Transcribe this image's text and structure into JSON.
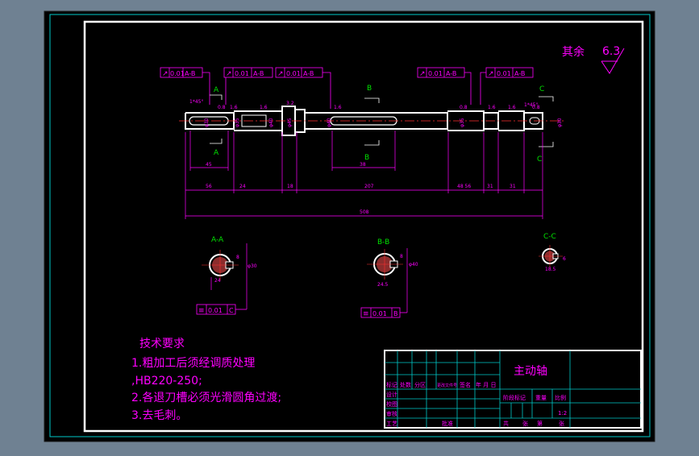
{
  "colors": {
    "background": "#6f8192",
    "paper": "#000000",
    "border": "#ffffff",
    "dimension": "#ff00ff",
    "frame": "#00c8c8",
    "centerline": "#ff3030",
    "datum": "#ffffff"
  },
  "roughness": {
    "label": "其余",
    "value": "6.3"
  },
  "tolerance_frames": [
    {
      "symbol": "↗",
      "value": "0.01",
      "datum": "A-B"
    },
    {
      "symbol": "↗",
      "value": "0.01",
      "datum": "A-B"
    },
    {
      "symbol": "↗",
      "value": "0.01",
      "datum": "A-B"
    },
    {
      "symbol": "↗",
      "value": "0.01",
      "datum": "A-B"
    },
    {
      "symbol": "↗",
      "value": "0.01",
      "datum": "A-B"
    }
  ],
  "section_marks": [
    "A",
    "A",
    "B",
    "B",
    "C",
    "C"
  ],
  "chamfer_labels": [
    "1*45°",
    "1*45°"
  ],
  "dimensions": {
    "row1": [
      "45",
      "38"
    ],
    "row2": [
      "56",
      "24",
      "18",
      "207",
      "48 56",
      "31",
      "31"
    ],
    "overall": "508",
    "small_labels": [
      "0.8",
      "1.6",
      "1.6",
      "3.2",
      "1.6",
      "0.8",
      "1.6",
      "1.6",
      "0.8"
    ],
    "diameters": [
      "φ30",
      "φ35",
      "φ40",
      "φ45",
      "φ40",
      "φ35",
      "φ30"
    ]
  },
  "sections": [
    {
      "name": "A-A",
      "dims": [
        "8",
        "24",
        "φ30"
      ],
      "tolerance": {
        "symbol": "≡",
        "value": "0.01",
        "datum": "C"
      }
    },
    {
      "name": "B-B",
      "dims": [
        "8",
        "24.5",
        "φ40"
      ],
      "tolerance": {
        "symbol": "≡",
        "value": "0.01",
        "datum": "B"
      }
    },
    {
      "name": "C-C",
      "dims": [
        "6",
        "18.5"
      ]
    }
  ],
  "technical_requirements": {
    "title": "技术要求",
    "lines": [
      "1.粗加工后须经调质处理",
      ",HB220-250;",
      "2.各退刀槽必须光滑圆角过渡;",
      "3.去毛刺。"
    ]
  },
  "title_block": {
    "part_name": "主动轴",
    "headers": [
      "标记",
      "处数",
      "分区",
      "更改文件号",
      "签名",
      "年 月 日"
    ],
    "roles": [
      "设计",
      "校图",
      "审核",
      "工艺"
    ],
    "role_extra": "批准",
    "stage_labels": [
      "阶段标记",
      "重量",
      "比例"
    ],
    "scale": "1:2",
    "sheets": [
      "共",
      "张",
      "第",
      "张"
    ]
  }
}
